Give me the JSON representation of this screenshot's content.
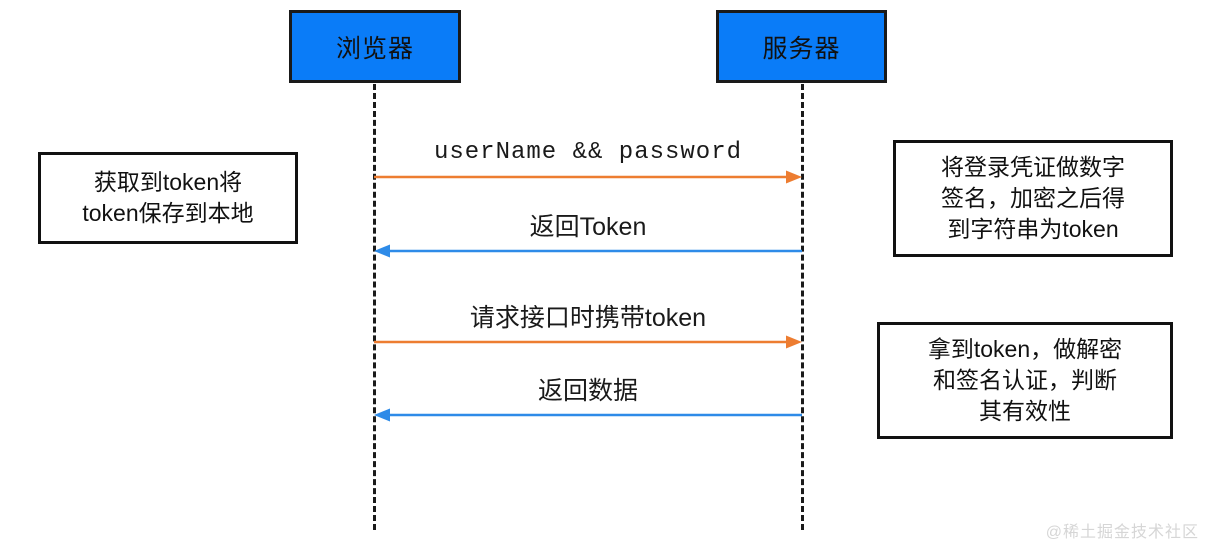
{
  "diagram": {
    "title": "Token authentication sequence diagram",
    "colors": {
      "participant_fill": "#0a7cf8",
      "participant_border": "#1a1a1a",
      "request_arrow": "#ED7D31",
      "response_arrow": "#2E8BE8",
      "lifeline": "#1a1a1a",
      "note_border": "#111111",
      "watermark": "#d6d6d6"
    },
    "participants": [
      {
        "id": "browser",
        "label": "浏览器"
      },
      {
        "id": "server",
        "label": "服务器"
      }
    ],
    "messages": [
      {
        "id": "message-1",
        "label": "userName && password",
        "from": "browser",
        "to": "server",
        "direction": "right",
        "color": "#ED7D31",
        "font": "mono"
      },
      {
        "id": "message-2",
        "label": "返回Token",
        "from": "server",
        "to": "browser",
        "direction": "left",
        "color": "#2E8BE8",
        "font": "cjk"
      },
      {
        "id": "message-3",
        "label": "请求接口时携带token",
        "from": "browser",
        "to": "server",
        "direction": "right",
        "color": "#ED7D31",
        "font": "cjk"
      },
      {
        "id": "message-4",
        "label": "返回数据",
        "from": "server",
        "to": "browser",
        "direction": "left",
        "color": "#2E8BE8",
        "font": "cjk"
      }
    ],
    "notes": [
      {
        "id": "note-left",
        "side": "browser",
        "lines": [
          "获取到token将",
          "token保存到本地"
        ]
      },
      {
        "id": "note-right-top",
        "side": "server",
        "lines": [
          "将登录凭证做数字",
          "签名，加密之后得",
          "到字符串为token"
        ]
      },
      {
        "id": "note-right-bottom",
        "side": "server",
        "lines": [
          "拿到token，做解密",
          "和签名认证，判断",
          "其有效性"
        ]
      }
    ],
    "watermark": "@稀土掘金技术社区"
  }
}
